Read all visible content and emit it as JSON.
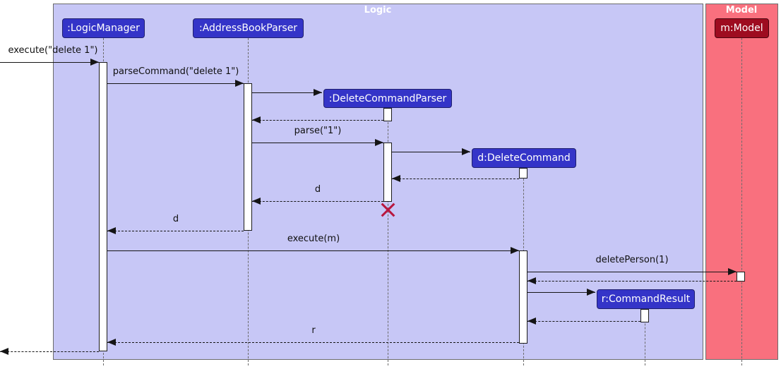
{
  "diagram": {
    "type": "uml-sequence-diagram",
    "frames": {
      "logic": {
        "title": "Logic",
        "fill": "#C7C7F6",
        "title_color": "#FFFFFF"
      },
      "model": {
        "title": "Model",
        "fill": "#F9707E",
        "title_color": "#FFFFFF"
      }
    },
    "participants": {
      "logic_manager": {
        "label": ":LogicManager",
        "fill": "#3434C8"
      },
      "address_book_parser": {
        "label": ":AddressBookParser",
        "fill": "#3434C8"
      },
      "delete_command_parser": {
        "label": ":DeleteCommandParser",
        "fill": "#3434C8"
      },
      "delete_command": {
        "label": "d:DeleteCommand",
        "fill": "#3434C8"
      },
      "command_result": {
        "label": "r:CommandResult",
        "fill": "#3434C8"
      },
      "model": {
        "label": "m:Model",
        "fill": "#9E0C20"
      }
    },
    "messages": {
      "execute_delete": {
        "label": "execute(\"delete 1\")",
        "kind": "sync"
      },
      "parse_command": {
        "label": "parseCommand(\"delete 1\")",
        "kind": "sync"
      },
      "parse": {
        "label": "parse(\"1\")",
        "kind": "sync"
      },
      "return_d_to_address_book_parser": {
        "label": "d",
        "kind": "return"
      },
      "return_d_to_logic_manager": {
        "label": "d",
        "kind": "return"
      },
      "execute_m": {
        "label": "execute(m)",
        "kind": "sync"
      },
      "delete_person": {
        "label": "deletePerson(1)",
        "kind": "sync"
      },
      "return_r": {
        "label": "r",
        "kind": "return"
      }
    },
    "destroy_marker_color": "#B8163E"
  }
}
